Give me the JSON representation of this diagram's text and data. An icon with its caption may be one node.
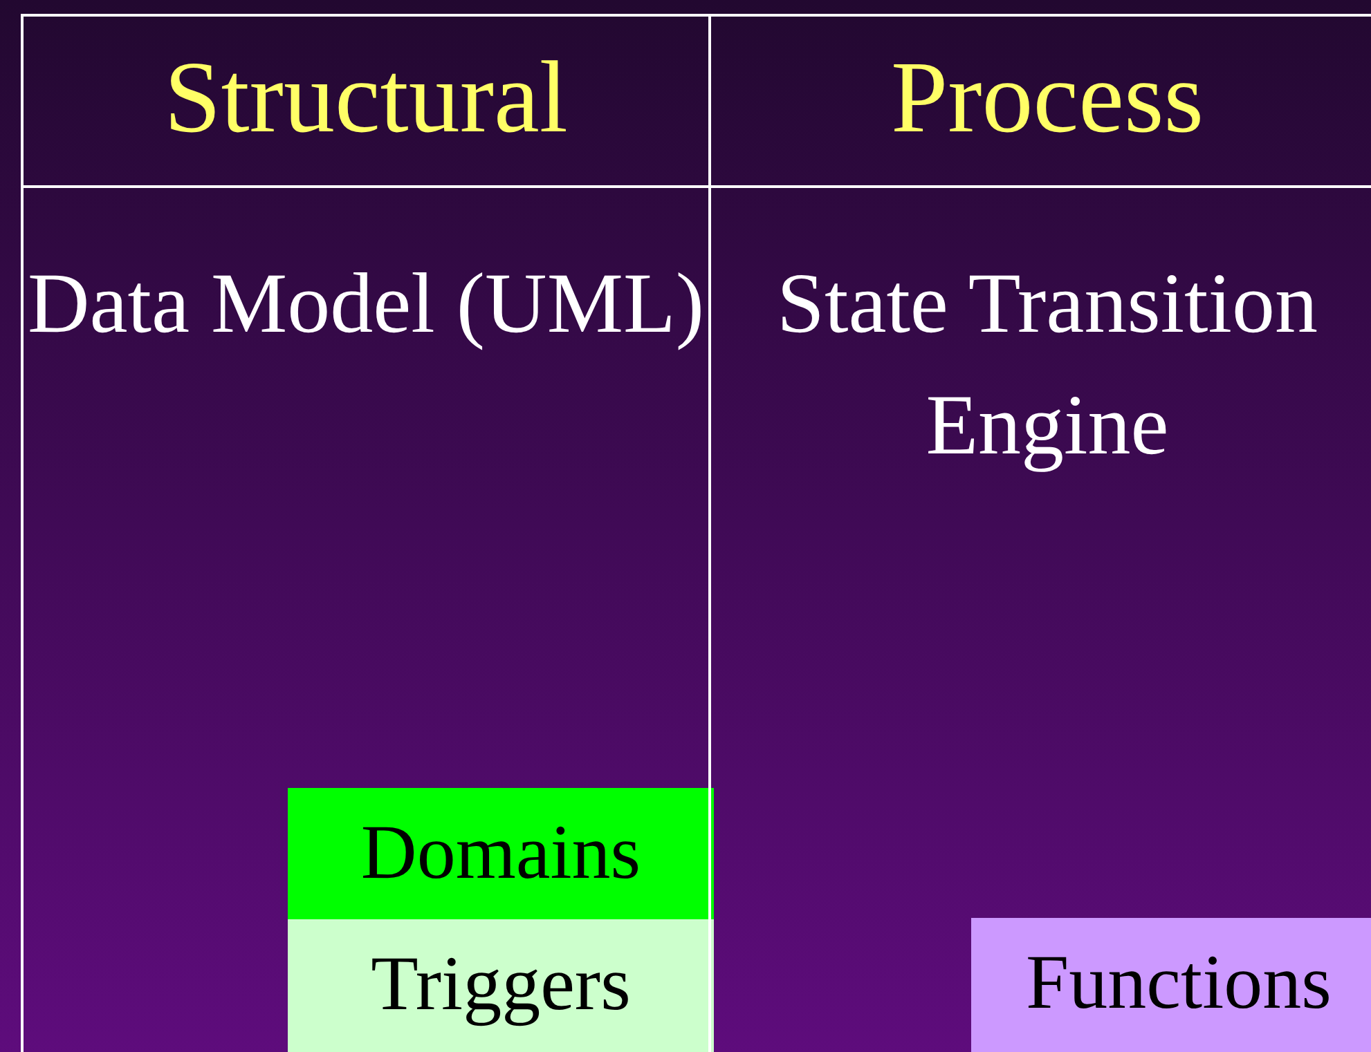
{
  "diagram": {
    "nodes": [
      {
        "text": [
          "Structural"
        ]
      },
      {
        "text": [
          "Process"
        ]
      },
      {
        "text": [
          "Data Model (UML)"
        ]
      },
      {
        "text": [
          "State Transition Engine"
        ]
      },
      {
        "text": [
          "Domains"
        ],
        "in": 2
      },
      {
        "text": [
          "Triggers"
        ],
        "in": 2
      },
      {
        "text": [
          "Functions"
        ],
        "in": 3
      }
    ]
  }
}
